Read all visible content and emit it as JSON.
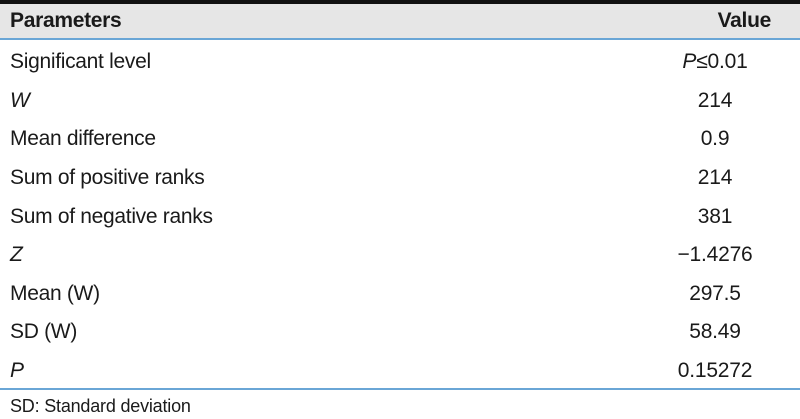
{
  "table": {
    "headers": {
      "parameter": "Parameters",
      "value": "Value"
    },
    "rows": [
      {
        "parameter": "Significant level",
        "italic": false,
        "value_prefix": "P",
        "value": "≤0.01"
      },
      {
        "parameter": "W",
        "italic": true,
        "value_prefix": "",
        "value": "214"
      },
      {
        "parameter": "Mean difference",
        "italic": false,
        "value_prefix": "",
        "value": "0.9"
      },
      {
        "parameter": "Sum of positive ranks",
        "italic": false,
        "value_prefix": "",
        "value": "214"
      },
      {
        "parameter": "Sum of negative ranks",
        "italic": false,
        "value_prefix": "",
        "value": "381"
      },
      {
        "parameter": "Z",
        "italic": true,
        "value_prefix": "",
        "value": "−1.4276"
      },
      {
        "parameter": "Mean (W)",
        "italic": false,
        "value_prefix": "",
        "value": "297.5"
      },
      {
        "parameter": "SD (W)",
        "italic": false,
        "value_prefix": "",
        "value": "58.49"
      },
      {
        "parameter": "P",
        "italic": true,
        "value_prefix": "",
        "value": "0.15272"
      }
    ]
  },
  "footnote": "SD: Standard deviation",
  "colors": {
    "header_bg": "#e6e6e6",
    "rule_accent": "#6aa6d6",
    "top_rule": "#111111"
  }
}
